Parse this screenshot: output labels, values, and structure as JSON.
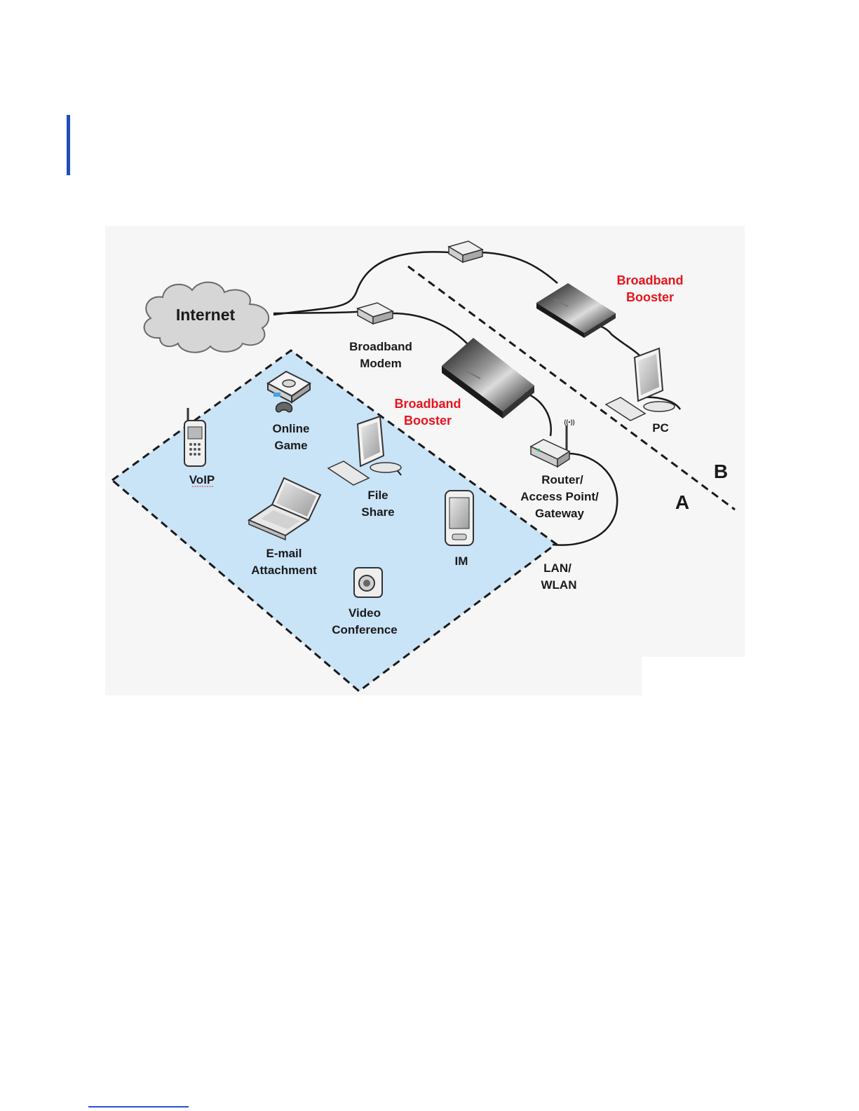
{
  "colors": {
    "accent_bar": "#1f4fb4",
    "lan_zone_fill": "#c9e3f7",
    "booster_label": "#e8141b",
    "text": "#1a1a1a",
    "footer_rule": "#2a4fd0"
  },
  "diagram": {
    "internet": "Internet",
    "modem": [
      "Broadband",
      "Modem"
    ],
    "booster": [
      "Broadband",
      "Booster"
    ],
    "router": [
      "Router/",
      "Access Point/",
      "Gateway"
    ],
    "lan": [
      "LAN/",
      "WLAN"
    ],
    "pc": "PC",
    "zone_a": "A",
    "zone_b": "B",
    "apps": {
      "voip": "VoIP",
      "online_game": [
        "Online",
        "Game"
      ],
      "file_share": [
        "File",
        "Share"
      ],
      "email": [
        "E-mail",
        "Attachment"
      ],
      "im": "IM",
      "video_conf": [
        "Video",
        "Conference"
      ]
    }
  }
}
